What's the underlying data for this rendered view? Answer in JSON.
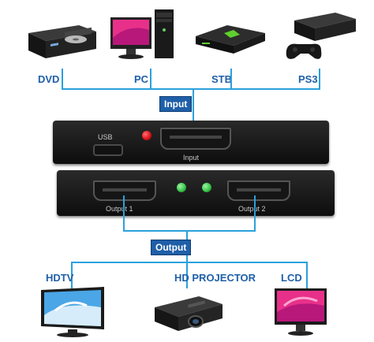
{
  "sources": [
    {
      "label": "DVD",
      "icon": "dvd-player-icon"
    },
    {
      "label": "PC",
      "icon": "desktop-pc-icon"
    },
    {
      "label": "STB",
      "icon": "set-top-box-icon"
    },
    {
      "label": "PS3",
      "icon": "game-console-icon"
    }
  ],
  "input_badge": "Input",
  "output_badge": "Output",
  "device": {
    "usb_label": "USB",
    "input_port_label": "Input",
    "output1_label": "Output 1",
    "output2_label": "Output 2"
  },
  "displays": [
    {
      "label": "HDTV",
      "icon": "hdtv-icon"
    },
    {
      "label": "HD PROJECTOR",
      "icon": "projector-icon"
    },
    {
      "label": "LCD",
      "icon": "lcd-monitor-icon"
    }
  ],
  "colors": {
    "line": "#2aa1dd",
    "badge": "#1f5fa8",
    "label": "#1f5fa8",
    "power_led": "#e0161b",
    "status_led": "#39c94a"
  }
}
